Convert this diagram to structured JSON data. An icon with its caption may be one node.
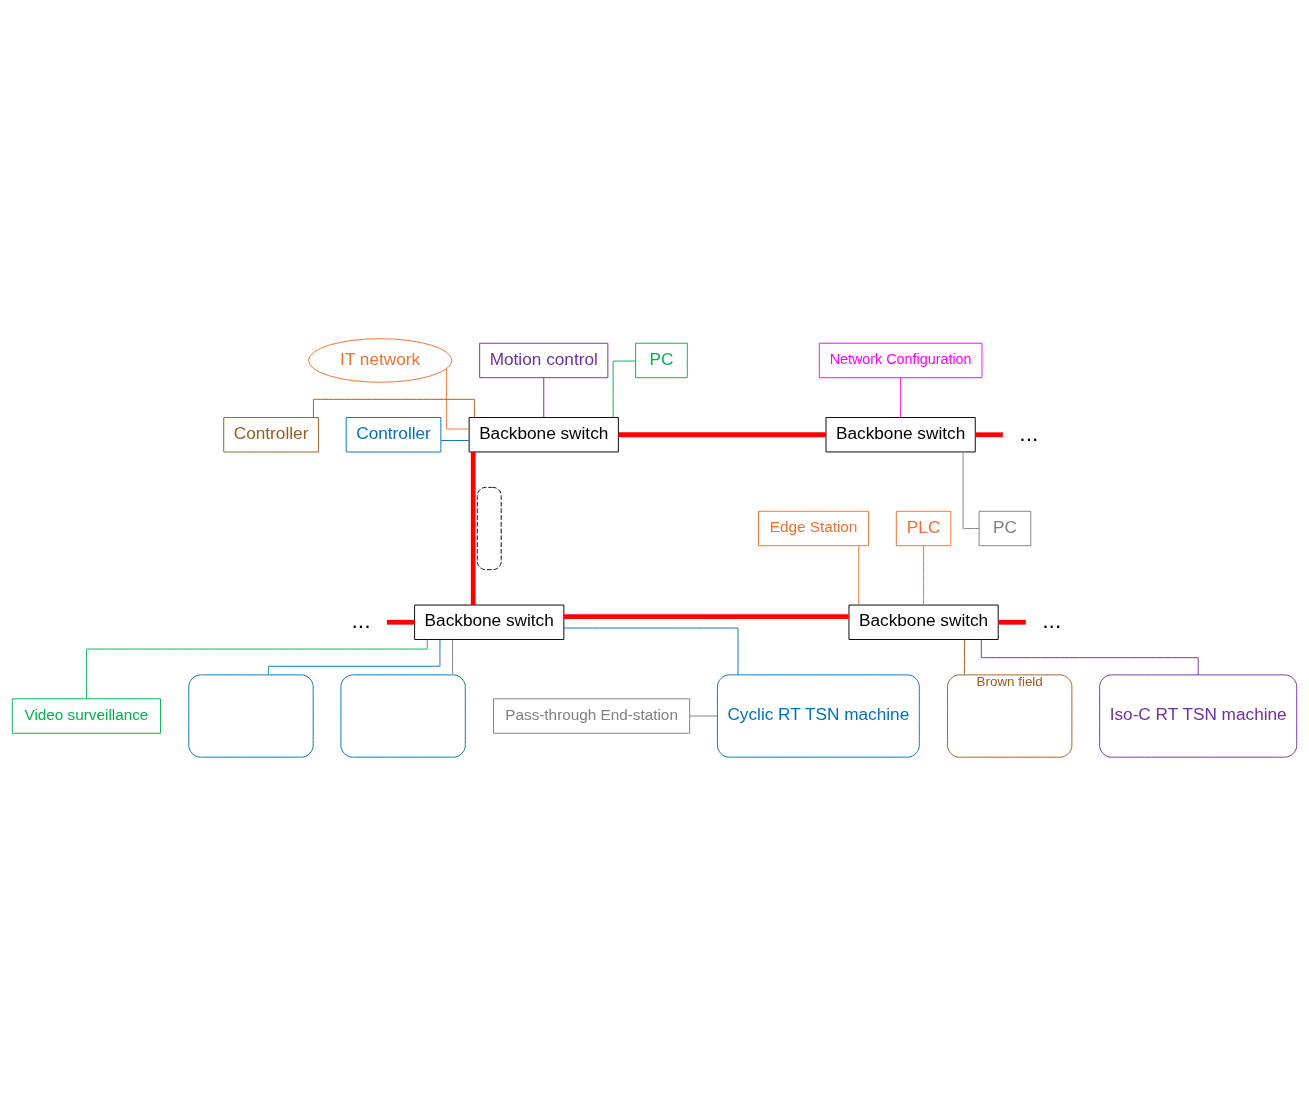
{
  "diagram": {
    "nodes": [
      {
        "text": [
          "IT network"
        ]
      },
      {
        "text": [
          "Motion control"
        ]
      },
      {
        "text": [
          "PC"
        ]
      },
      {
        "text": [
          "Network Configuration"
        ]
      },
      {
        "text": [
          "Controller"
        ]
      },
      {
        "text": [
          "Backbone switch"
        ]
      },
      {
        "text": [
          "Backbone switch"
        ]
      },
      {
        "text": [
          "..."
        ]
      },
      {
        "text": [
          "Controller"
        ]
      },
      {
        "text": [
          "PC"
        ]
      },
      {
        "text": [],
        "shape": "box"
      },
      {
        "text": [
          "Edge Station"
        ]
      },
      {
        "text": [
          "PLC"
        ]
      },
      {
        "text": [
          "..."
        ]
      },
      {
        "text": [
          "Backbone switch"
        ]
      },
      {
        "text": [
          "Backbone switch"
        ]
      },
      {
        "text": [
          "..."
        ]
      },
      {
        "text": [
          "Video surveillance"
        ]
      },
      {
        "text": [],
        "shape": "box"
      },
      {
        "text": [],
        "shape": "box"
      },
      {
        "text": [
          "Cyclic RT TSN machine"
        ]
      },
      {
        "text": [
          "Pass-through End-station"
        ]
      },
      {
        "text": [
          "Brown field"
        ]
      },
      {
        "text": [
          "Iso-C RT TSN machine"
        ]
      }
    ],
    "edges": [
      {
        "from": 0,
        "to": 5,
        "arrow": "none",
        "color": "#f07030"
      },
      {
        "from": 1,
        "to": 5,
        "arrow": "none",
        "color": "#7030a0"
      },
      {
        "from": 4,
        "to": 5,
        "arrow": "none",
        "color": "#0070c0"
      },
      {
        "from": 8,
        "to": 5,
        "arrow": "none",
        "color": "#9c5a1c"
      },
      {
        "from": 2,
        "to": 5,
        "arrow": "none",
        "color": "#00b050"
      },
      {
        "from": 5,
        "to": 6,
        "arrow": "none",
        "style": "thick",
        "color": "#ff0000"
      },
      {
        "from": 6,
        "to": 7,
        "arrow": "none",
        "style": "thick",
        "color": "#ff0000"
      },
      {
        "from": 3,
        "to": 6,
        "arrow": "none",
        "color": "#ff00ff"
      },
      {
        "from": 6,
        "to": 9,
        "arrow": "none",
        "color": "#808080"
      },
      {
        "from": 5,
        "to": 14,
        "arrow": "none",
        "style": "thick",
        "color": "#ff0000"
      },
      {
        "from": 13,
        "to": 14,
        "arrow": "none",
        "style": "thick",
        "color": "#ff0000"
      },
      {
        "from": 14,
        "to": 15,
        "arrow": "none",
        "style": "thick",
        "color": "#ff0000"
      },
      {
        "from": 15,
        "to": 16,
        "arrow": "none",
        "style": "thick",
        "color": "#ff0000"
      },
      {
        "from": 11,
        "to": 15,
        "arrow": "none",
        "color": "#f07030"
      },
      {
        "from": 12,
        "to": 15,
        "arrow": "none",
        "color": "#f07030"
      },
      {
        "from": 14,
        "to": 17,
        "arrow": "none",
        "color": "#00b050"
      },
      {
        "from": 14,
        "to": 18,
        "arrow": "none",
        "color": "#0070c0"
      },
      {
        "from": 14,
        "to": 19,
        "arrow": "none",
        "color": "#808080"
      },
      {
        "from": 14,
        "to": 20,
        "arrow": "none",
        "color": "#0070c0"
      },
      {
        "from": 21,
        "to": 20,
        "arrow": "none",
        "color": "#808080"
      },
      {
        "from": 15,
        "to": 22,
        "arrow": "none",
        "color": "#9c5a1c"
      },
      {
        "from": 15,
        "to": 23,
        "arrow": "none",
        "color": "#7030a0"
      }
    ]
  }
}
